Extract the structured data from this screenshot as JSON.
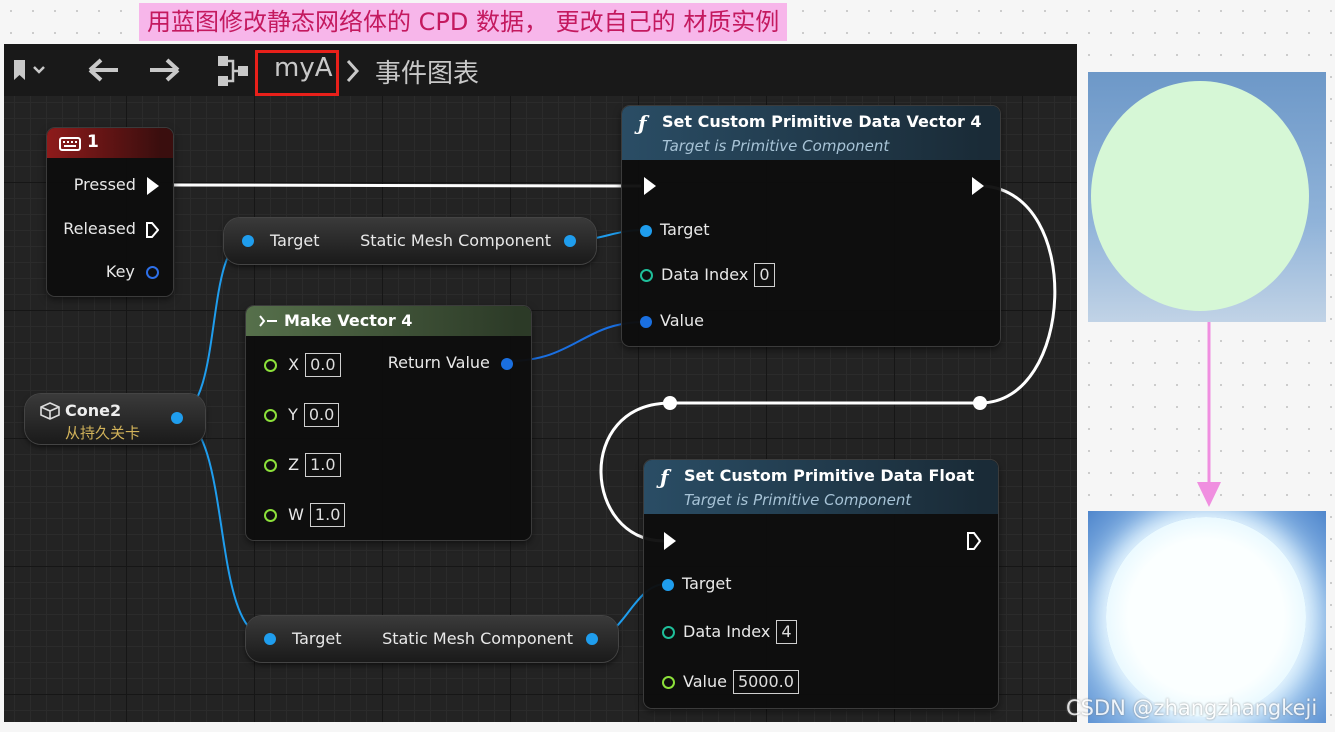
{
  "annotation": "用蓝图修改静态网络体的 CPD 数据， 更改自己的 材质实例",
  "breadcrumb": {
    "blueprint": "myA",
    "graph": "事件图表"
  },
  "nodes": {
    "key_event": {
      "title": "1",
      "pins": [
        "Pressed",
        "Released",
        "Key"
      ]
    },
    "vector4_fn": {
      "title": "Set Custom Primitive Data Vector 4",
      "subtitle": "Target is Primitive Component",
      "target": "Target",
      "data_index_label": "Data Index",
      "data_index": "0",
      "value_label": "Value"
    },
    "float_fn": {
      "title": "Set Custom Primitive Data Float",
      "subtitle": "Target is Primitive Component",
      "target": "Target",
      "data_index_label": "Data Index",
      "data_index": "4",
      "value_label": "Value",
      "value": "5000.0"
    },
    "make_vector4": {
      "title": "Make Vector 4",
      "return_label": "Return Value",
      "inputs": [
        {
          "label": "X",
          "value": "0.0"
        },
        {
          "label": "Y",
          "value": "0.0"
        },
        {
          "label": "Z",
          "value": "1.0"
        },
        {
          "label": "W",
          "value": "1.0"
        }
      ]
    },
    "getter_top": {
      "target": "Target",
      "output": "Static Mesh Component"
    },
    "getter_bottom": {
      "target": "Target",
      "output": "Static Mesh Component"
    },
    "cone_ref": {
      "name": "Cone2",
      "level": "从持久关卡"
    }
  },
  "colors": {
    "exec_wire": "#ffffff",
    "object_wire": "#1f9ded",
    "int_pin": "#1fbf9a",
    "float_pin": "#8ce03a",
    "struct_pin": "#1a6fe0",
    "event_header": "#8e1b1b",
    "function_header": "#2a4d65",
    "pure_header": "#56704b",
    "annotation_bg": "#f7b6ea"
  },
  "watermark": "CSDN @zhangzhangkeji"
}
